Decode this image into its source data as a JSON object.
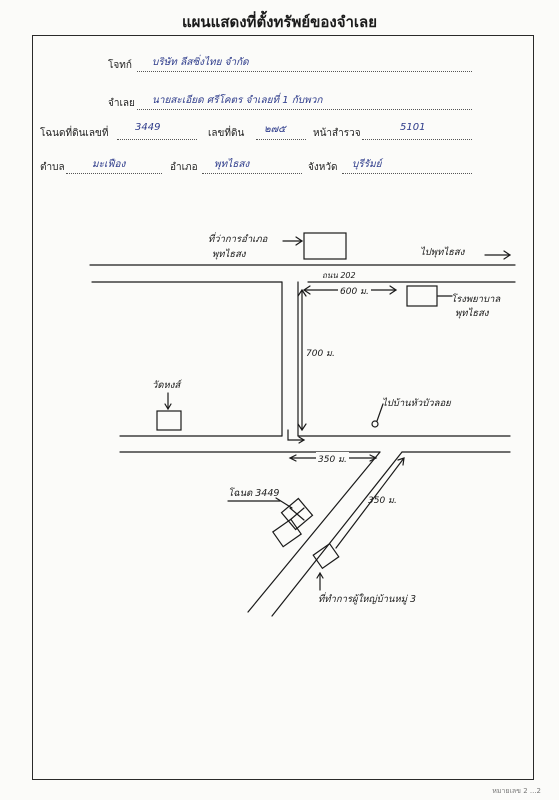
{
  "title": "แผนแสดงที่ตั้งทรัพย์ของจำเลย",
  "fields": {
    "plaintiff_label": "โจทก์",
    "plaintiff_value": "บริษัท ลีสซิ่งไทย จำกัด",
    "defendant_label": "จำเลย",
    "defendant_value": "นายสะเอียด ศรีโคตร จำเลยที่ 1 กับพวก",
    "deed_label": "โฉนดที่ดินเลขที่",
    "deed_value": "3449",
    "land_no_label": "เลขที่ดิน",
    "land_no_value": "๒๗๕",
    "survey_label": "หน้าสำรวจ",
    "survey_value": "5101",
    "subdistrict_label": "ตำบล",
    "subdistrict_value": "มะเฟือง",
    "district_label": "อำเภอ",
    "district_value": "พุทไธสง",
    "province_label": "จังหวัด",
    "province_value": "บุรีรัมย์"
  },
  "map": {
    "district_office": "ที่ว่าการอำเภอ",
    "district_office_2": "พุทไธสง",
    "to_town": "ไปพุทไธสง",
    "road_name": "ถนน 202",
    "dist_600": "600 ม.",
    "hospital": "โรงพยาบาล",
    "hospital_2": "พุทไธสง",
    "dist_700": "700 ม.",
    "temple": "วัดหงส์",
    "to_village": "ไปบ้านหัวบัวลอย",
    "dist_350a": "350 ม.",
    "dist_350b": "350 ม.",
    "deed_marker": "โฉนด 3449",
    "village_office": "ที่ทำการผู้ใหญ่บ้านหมู่ 3"
  },
  "footer": "หมายเลข 2 ...2"
}
